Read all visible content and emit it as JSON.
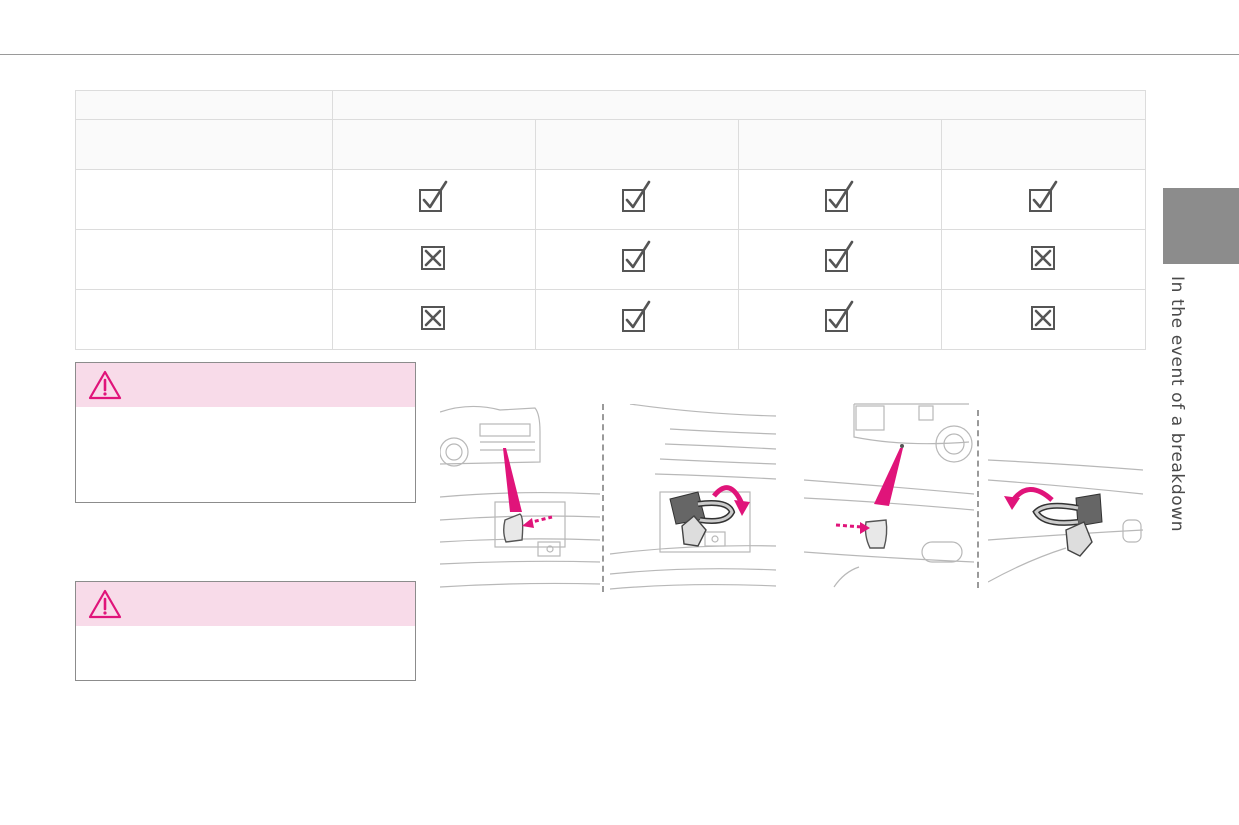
{
  "side_tab": {
    "label": "In the event of a breakdown"
  },
  "colors": {
    "accent": "#e0147a",
    "warning_bg": "#f8dbe9",
    "tab": "#8c8c8c",
    "rule": "#9a9a9a",
    "mark": "#555555"
  },
  "table": {
    "rows": [
      {
        "marks": [
          "check",
          "check",
          "check",
          "check"
        ]
      },
      {
        "marks": [
          "cross",
          "check",
          "check",
          "cross"
        ]
      },
      {
        "marks": [
          "cross",
          "check",
          "check",
          "cross"
        ]
      }
    ]
  },
  "warnings": [
    {
      "icon": "warning-triangle-icon"
    },
    {
      "icon": "warning-triangle-icon"
    }
  ],
  "illustrations": [
    {
      "name": "front-towing-eye-location"
    },
    {
      "name": "front-towing-eye-fitting"
    },
    {
      "name": "rear-towing-eye-location"
    },
    {
      "name": "rear-towing-eye-fitting"
    }
  ]
}
